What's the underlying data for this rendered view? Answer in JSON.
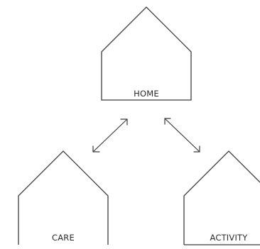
{
  "diagram": {
    "nodes": [
      {
        "id": "home",
        "label": "HOME"
      },
      {
        "id": "care",
        "label": "CARE"
      },
      {
        "id": "activity",
        "label": "ACTIVITY"
      }
    ],
    "edges": [
      {
        "from": "home",
        "to": "care",
        "bidirectional": true
      },
      {
        "from": "home",
        "to": "activity",
        "bidirectional": true
      }
    ]
  },
  "colors": {
    "stroke": "#3c3c3c",
    "text": "#2b2b2b",
    "background": "#ffffff"
  }
}
